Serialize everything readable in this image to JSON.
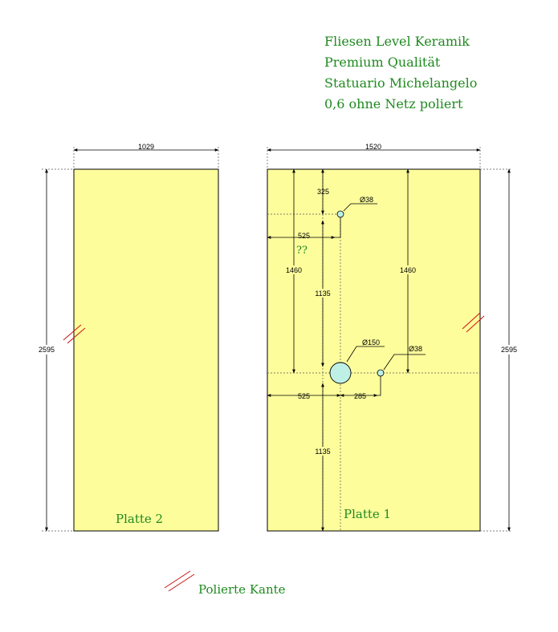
{
  "header": {
    "line1": "Fliesen Level Keramik",
    "line2": "Premium Qualität",
    "line3": "Statuario Michelangelo",
    "line4": "0,6 ohne Netz poliert"
  },
  "slabs": {
    "left": {
      "name": "Platte 2",
      "width": "1029",
      "height": "2595"
    },
    "right": {
      "name": "Platte 1",
      "width": "1520",
      "height": "2595",
      "dims": {
        "top_offset": "325",
        "hole_small_top": "Ø38",
        "left_offset_top": "525",
        "question": "??",
        "height_left": "1460",
        "height_right": "1460",
        "vertical_mid": "1135",
        "hole_large": "Ø150",
        "hole_small_right": "Ø38",
        "left_offset_bottom": "525",
        "right_offset": "285",
        "vertical_bottom": "1135"
      }
    }
  },
  "legend": {
    "label": "Polierte Kante",
    "color": "#cc1111"
  },
  "colors": {
    "slab_fill": "#fdfd9c",
    "text_green": "#1f8a1f",
    "hole_fill": "#bff0e6"
  }
}
